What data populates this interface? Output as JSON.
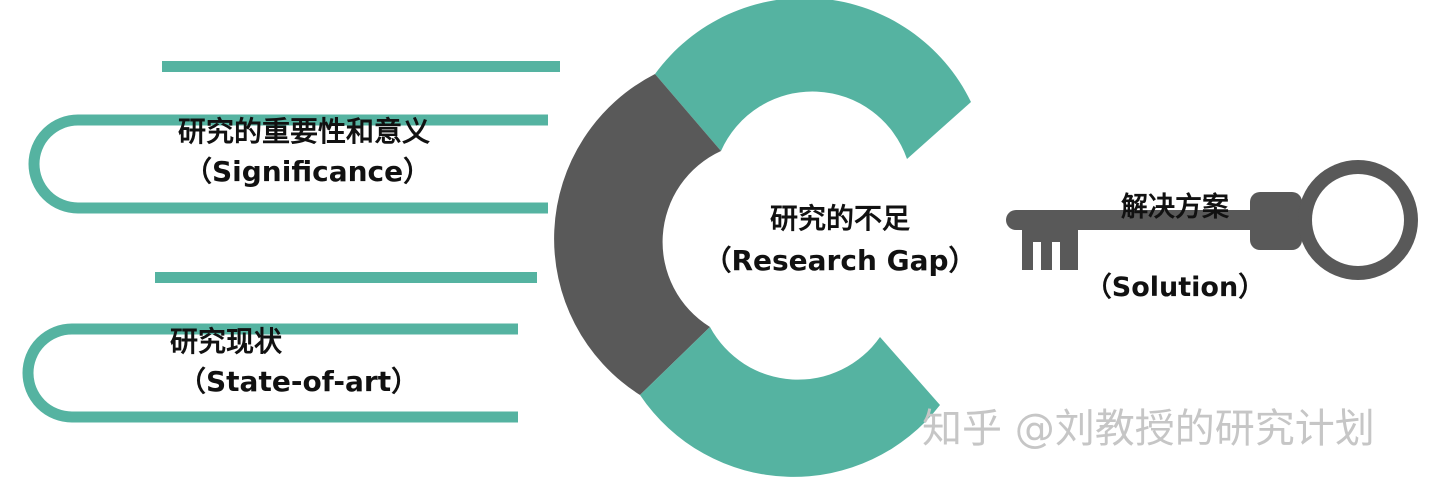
{
  "colors": {
    "teal": "#55b3a1",
    "dark_gray": "#595959",
    "watermark": "#c6c6c6"
  },
  "significance": {
    "title": "研究的重要性和意义",
    "subtitle": "（Significance）"
  },
  "state_of_art": {
    "title": "研究现状",
    "subtitle": "（State-of-art）"
  },
  "research_gap": {
    "title": "研究的不足",
    "subtitle": "（Research Gap）"
  },
  "solution": {
    "title": "解决方案",
    "subtitle": "（Solution）"
  },
  "watermark": "知乎 @刘教授的研究计划",
  "icons": {
    "left_brackets": "book-bracket-icon",
    "ring": "c-ring-icon",
    "key": "key-icon"
  }
}
